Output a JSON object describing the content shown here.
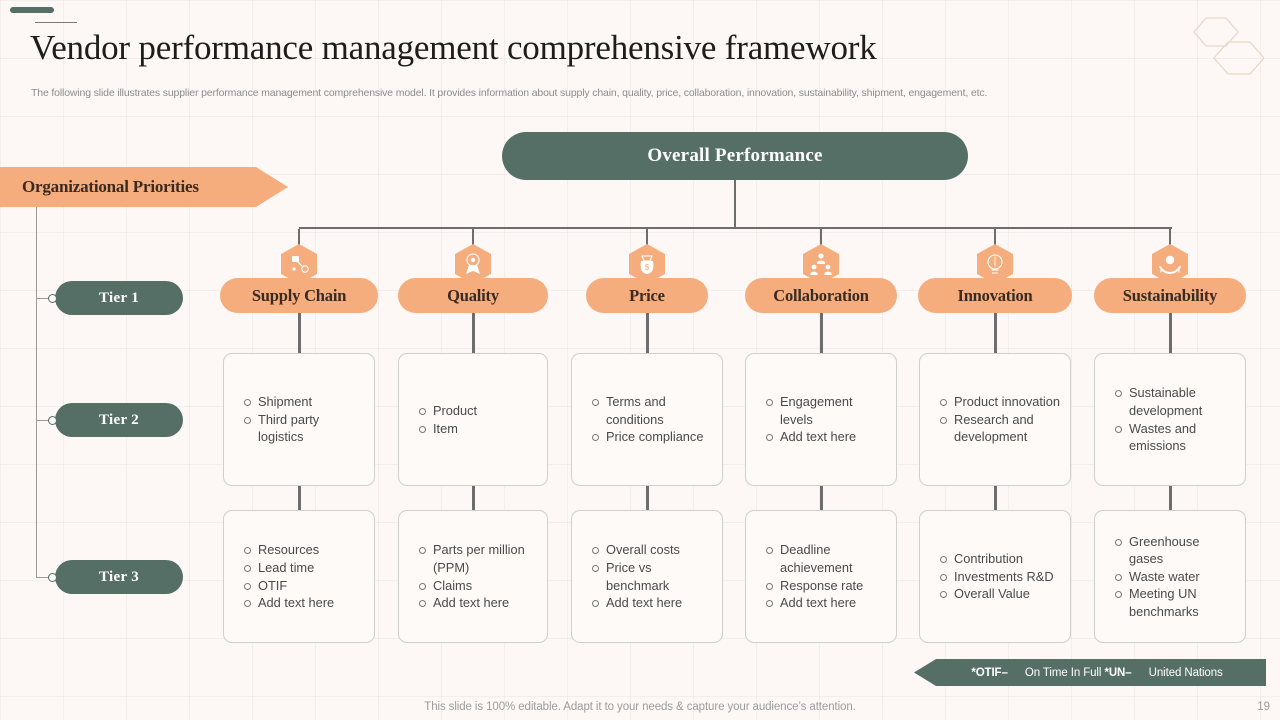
{
  "header": {
    "title": "Vendor performance management comprehensive framework",
    "subtitle": "The following slide illustrates supplier performance management comprehensive model. It provides information about supply chain, quality, price, collaboration, innovation, sustainability, shipment, engagement, etc."
  },
  "colors": {
    "background": "#fdf8f6",
    "accent_green": "#566f66",
    "accent_orange": "#f5ad7e",
    "connector": "#6d6d6d",
    "box_border": "#cfcfcf",
    "text_dark": "#3b2a20",
    "text_body": "#4a4a4a",
    "muted": "#9c9c9c"
  },
  "root": {
    "label": "Overall Performance"
  },
  "side_banner": {
    "label": "Organizational Priorities"
  },
  "tiers": [
    {
      "label": "Tier 1"
    },
    {
      "label": "Tier 2"
    },
    {
      "label": "Tier 3"
    }
  ],
  "categories": [
    {
      "label": "Supply Chain",
      "icon": "supply-chain-icon",
      "tier2": [
        "Shipment",
        "Third party logistics"
      ],
      "tier3": [
        "Resources",
        "Lead time",
        "OTIF",
        "Add text here"
      ]
    },
    {
      "label": "Quality",
      "icon": "quality-badge-icon",
      "tier2": [
        "Product",
        "Item"
      ],
      "tier3": [
        "Parts per million (PPM)",
        "Claims",
        "Add text here"
      ]
    },
    {
      "label": "Price",
      "icon": "money-bag-icon",
      "tier2": [
        "Terms and conditions",
        "Price compliance"
      ],
      "tier3": [
        "Overall costs",
        "Price vs benchmark",
        "Add text here"
      ]
    },
    {
      "label": "Collaboration",
      "icon": "people-group-icon",
      "tier2": [
        "Engagement levels",
        "Add text here"
      ],
      "tier3": [
        "Deadline achievement",
        "Response rate",
        "Add text here"
      ]
    },
    {
      "label": "Innovation",
      "icon": "lightbulb-idea-icon",
      "tier2": [
        "Product innovation",
        "Research and development"
      ],
      "tier3": [
        "Contribution",
        "Investments R&D",
        "Overall Value"
      ]
    },
    {
      "label": "Sustainability",
      "icon": "hands-plant-icon",
      "tier2": [
        "Sustainable development",
        "Wastes and emissions"
      ],
      "tier3": [
        "Greenhouse gases",
        "Waste water",
        "Meeting UN benchmarks"
      ]
    }
  ],
  "footnote": {
    "abbr1": "*OTIF–",
    "text1": " On Time In Full ",
    "abbr2": "*UN–",
    "text2": " United Nations"
  },
  "footer": {
    "note": "This slide is 100% editable. Adapt it to your needs & capture your audience’s attention.",
    "page_number": "19"
  }
}
